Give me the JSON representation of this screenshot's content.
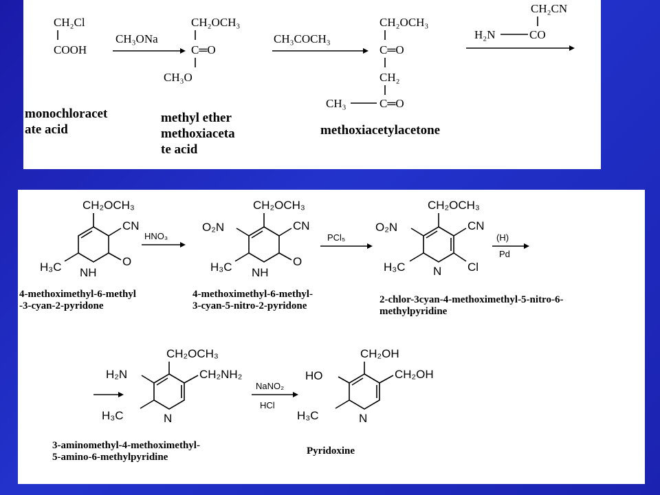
{
  "top_scheme": {
    "s1": {
      "r1": "CH₂Cl",
      "r2": "COOH",
      "caption": "monochloracet\nate acid"
    },
    "step1_reagent": "CH₃ONa",
    "s2": {
      "r1": "CH₂OCH₃",
      "r2": "C═O",
      "r3": "CH₃O",
      "caption": "methyl ether\nmethoxiaceta\nte acid"
    },
    "step2_reagent": "CH₃COCH₃",
    "s3": {
      "r1": "CH₂OCH₃",
      "r2": "C═O",
      "r3": "CH₂",
      "r4_left": "CH₃",
      "r4_right": "C═O",
      "caption": "methoxiacetylacetone"
    },
    "step3_reagent_top": "CH₂CN",
    "step3_reagent_left": "H₂N",
    "step3_reagent_right": "CO"
  },
  "bottom_scheme": {
    "c1": {
      "top": "CH₂OCH₃",
      "cn": "CN",
      "oxo": "O",
      "nh": "NH",
      "me": "H₃C",
      "caption": "4-methoximethyl-6-methyl\n-3-cyan-2-pyridone"
    },
    "step1_reagent": "HNO₃",
    "c2": {
      "top": "CH₂OCH₃",
      "no2": "O₂N",
      "cn": "CN",
      "oxo": "O",
      "nh": "NH",
      "me": "H₃C",
      "caption": "4-methoximethyl-6-methyl-\n3-cyan-5-nitro-2-pyridone"
    },
    "step2_reagent": "PCl₅",
    "c3": {
      "top": "CH₂OCH₃",
      "no2": "O₂N",
      "cn": "CN",
      "cl": "Cl",
      "n": "N",
      "me": "H₃C",
      "caption": "2-chlor-3cyan-4-methoximethyl-5-nitro-6-\nmethylpyridine"
    },
    "step3_reagent_top": "(H)",
    "step3_reagent_bottom": "Pd",
    "c4": {
      "top": "CH₂OCH₃",
      "nh2": "H₂N",
      "side": "CH₂NH₂",
      "n": "N",
      "me": "H₃C",
      "caption": "3-aminomethyl-4-methoximethyl-\n5-amino-6-methylpyridine"
    },
    "step4_reagent_top": "NaNO₂",
    "step4_reagent_bottom": "HCl",
    "c5": {
      "top": "CH₂OH",
      "ho": "HO",
      "side": "CH₂OH",
      "n": "N",
      "me": "H₃C",
      "caption": "Pyridoxine"
    }
  }
}
